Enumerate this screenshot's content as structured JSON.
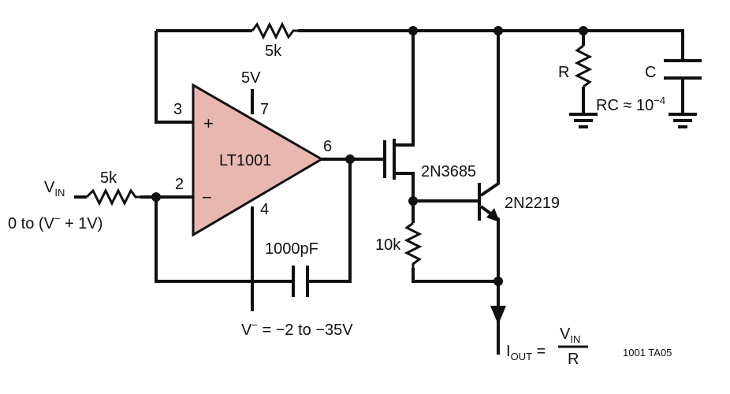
{
  "opamp": {
    "name": "LT1001",
    "pin_plus": "3",
    "pin_minus": "2",
    "pin_vplus": "7",
    "pin_vminus": "4",
    "pin_out": "6",
    "plus_sign": "+",
    "minus_sign": "−",
    "supply_pos": "5V",
    "fill_color": "#e8b8b0"
  },
  "labels": {
    "vin_v": "V",
    "vin_sub": "IN",
    "vin_range": "0 to (V",
    "vin_range_sup": "−",
    "vin_range_end": " + 1V)",
    "r_in": "5k",
    "r_fb": "5k",
    "cap_comp": "1000pF",
    "vminus_v": "V",
    "vminus_sup": "−",
    "vminus_rest": " = −2 to −35V",
    "fet": "2N3685",
    "bjt": "2N2219",
    "r_10k": "10k",
    "r_load": "R",
    "c_load": "C",
    "rc_text": "RC ≈ 10",
    "rc_exp": "−4",
    "iout_i": "I",
    "iout_sub": "OUT",
    "iout_eq": " =",
    "frac_num_v": "V",
    "frac_num_sub": "IN",
    "frac_den": "R",
    "figure_id": "1001 TA05"
  }
}
